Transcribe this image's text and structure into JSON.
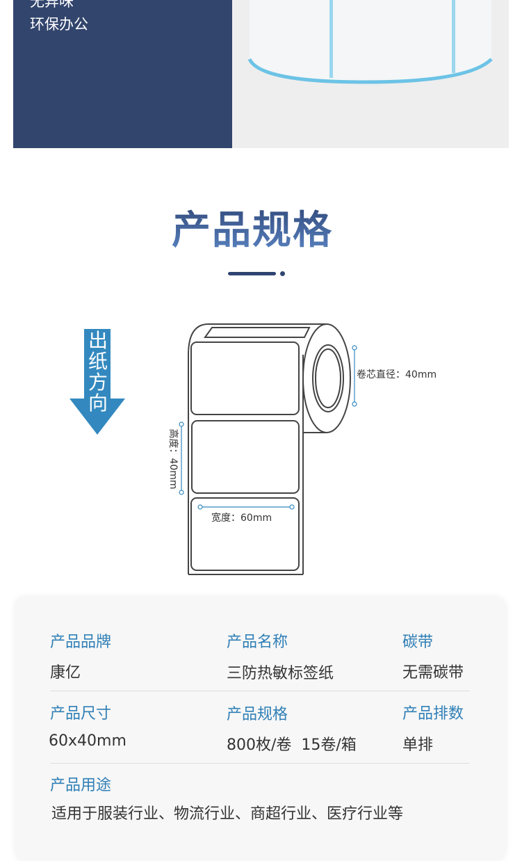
{
  "banner": {
    "features": [
      "无异味",
      "环保办公"
    ]
  },
  "section_title": "产品规格",
  "diagram": {
    "direction_label": [
      "出",
      "纸",
      "方",
      "向"
    ],
    "core_diameter": "卷芯直径：40mm",
    "height": "高度：40mm",
    "width": "宽度：60mm"
  },
  "specs": [
    {
      "label": "产品品牌",
      "value": "康亿"
    },
    {
      "label": "产品名称",
      "value": "三防热敏标签纸"
    },
    {
      "label": "碳带",
      "value": "无需碳带"
    },
    {
      "label": "产品尺寸",
      "value": "60x40mm"
    },
    {
      "label": "产品规格",
      "value": "800枚/卷  15卷/箱"
    },
    {
      "label": "产品排数",
      "value": "单排"
    },
    {
      "label": "产品用途",
      "value": "适用于服装行业、物流行业、商超行业、医疗行业等"
    }
  ]
}
